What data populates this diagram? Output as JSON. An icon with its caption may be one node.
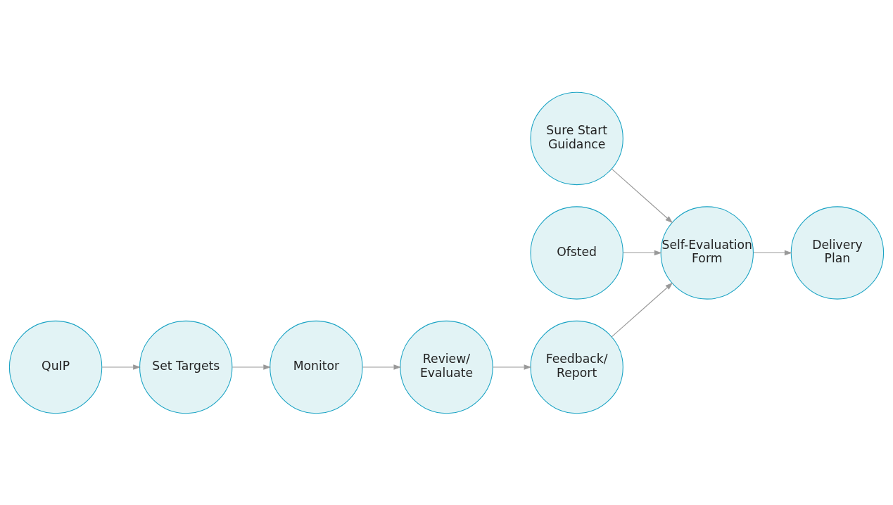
{
  "diagram": {
    "nodes": [
      {
        "text": [
          "Sure Start Guidance"
        ]
      },
      {
        "text": [
          "Ofsted"
        ]
      },
      {
        "text": [
          "Self-Evaluation Form"
        ]
      },
      {
        "text": [
          "QuIP"
        ]
      },
      {
        "text": [
          "Delivery Plan"
        ]
      },
      {
        "text": [
          "Set Targets"
        ]
      },
      {
        "text": [
          "Monitor"
        ]
      },
      {
        "text": [
          "Review/ Evaluate"
        ]
      },
      {
        "text": [
          "Feedback/ Report"
        ]
      }
    ],
    "edges": [
      {
        "from": 0,
        "to": 2,
        "arrow": "to"
      },
      {
        "from": 1,
        "to": 2,
        "arrow": "to"
      },
      {
        "from": 2,
        "to": 4,
        "arrow": "to"
      },
      {
        "from": 3,
        "to": 5,
        "arrow": "to"
      },
      {
        "from": 5,
        "to": 6,
        "arrow": "to"
      },
      {
        "from": 6,
        "to": 7,
        "arrow": "to"
      },
      {
        "from": 7,
        "to": 8,
        "arrow": "to"
      },
      {
        "from": 8,
        "to": 2,
        "arrow": "to"
      }
    ]
  }
}
